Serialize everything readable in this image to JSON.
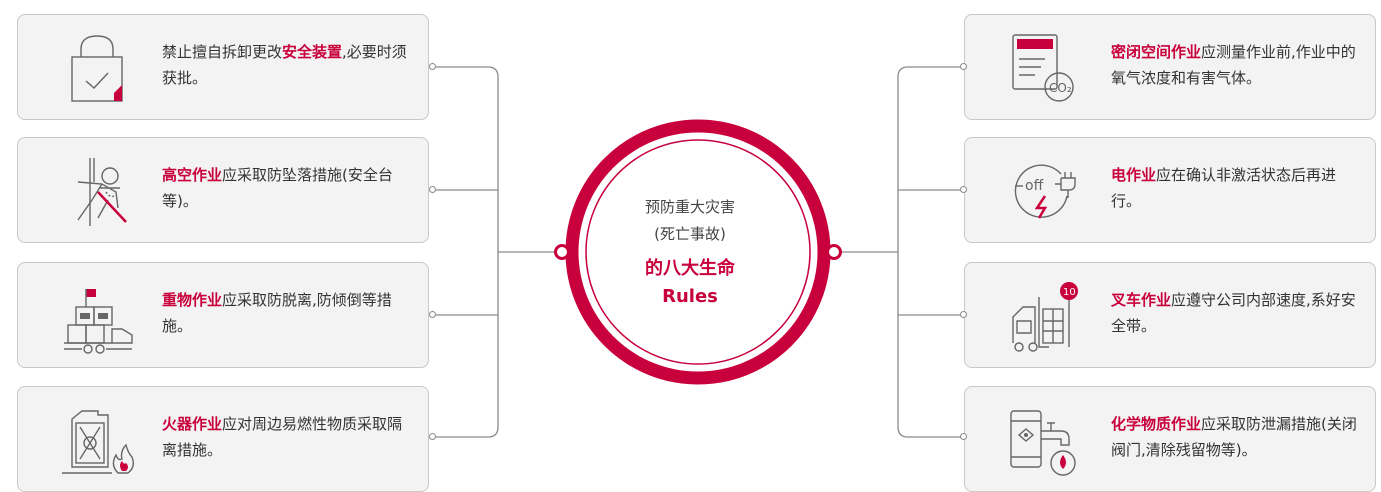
{
  "center": {
    "line1": "预防重大灾害",
    "line2": "(死亡事故)",
    "line3": "的八大生命",
    "line4": "Rules"
  },
  "rules_left": [
    {
      "highlight": "",
      "text_before": "禁止擅自拆卸更改",
      "highlight_mid": "安全装置",
      "text_after": ",必要时须获批。",
      "icon": "lock-check-icon"
    },
    {
      "highlight": "高空作业",
      "text": "应采取防坠落措施(安全台等)。",
      "icon": "fall-protection-icon"
    },
    {
      "highlight": "重物作业",
      "text": "应采取防脱离,防倾倒等措施。",
      "icon": "cargo-truck-icon"
    },
    {
      "highlight": "火器作业",
      "text": "应对周边易燃性物质采取隔离措施。",
      "icon": "fuel-can-fire-icon"
    }
  ],
  "rules_right": [
    {
      "highlight": "密闭空间作业",
      "text": "应测量作业前,作业中的氧气浓度和有害气体。",
      "icon": "co2-monitor-icon"
    },
    {
      "highlight": "电作业",
      "text": "应在确认非激活状态后再进行。",
      "icon": "power-off-plug-icon"
    },
    {
      "highlight": "叉车作业",
      "text": "应遵守公司内部速度,系好安全带。",
      "icon": "forklift-speed-icon",
      "badge": "10"
    },
    {
      "highlight": "化学物质作业",
      "text": "应采取防泄漏措施(关闭阀门,清除残留物等)。",
      "icon": "chemical-leak-icon"
    }
  ],
  "colors": {
    "accent": "#c8003c",
    "card_bg": "#f3f3f3",
    "border": "#c8c8c8",
    "line": "#8a8a8a",
    "icon": "#666666"
  }
}
